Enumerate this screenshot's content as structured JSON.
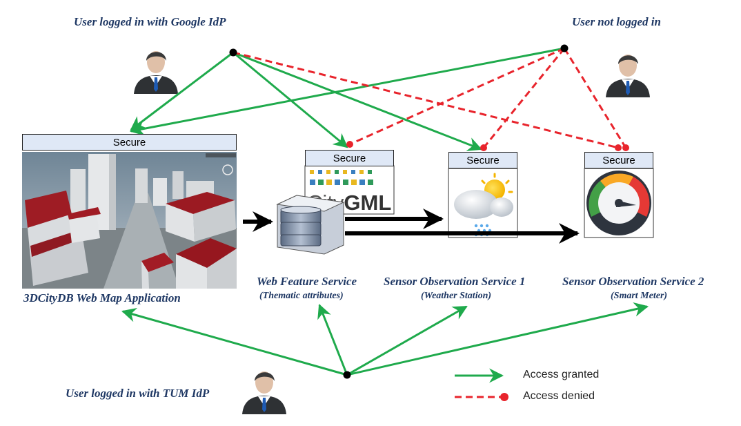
{
  "users": {
    "google": "User logged in with Google IdP",
    "anonymous": "User not logged in",
    "tum": "User logged in with TUM IdP"
  },
  "services": {
    "webmap": {
      "badge": "Secure",
      "title": "3DCityDB Web Map Application"
    },
    "wfs": {
      "badge": "Secure",
      "title": "Web Feature Service",
      "subtitle": "(Thematic attributes)",
      "logo_prefix": "City",
      "logo_suffix": "GML"
    },
    "sos1": {
      "badge": "Secure",
      "title": "Sensor Observation Service 1",
      "subtitle": "(Weather Station)"
    },
    "sos2": {
      "badge": "Secure",
      "title": "Sensor Observation Service 2",
      "subtitle": "(Smart Meter)"
    }
  },
  "legend": {
    "granted": "Access granted",
    "denied": "Access denied"
  },
  "colors": {
    "granted": "#1faa4c",
    "denied": "#e8242c",
    "label_text": "#1f3864",
    "badge_fill": "#dfe8f6"
  },
  "icons": [
    "user-avatar-icon",
    "server-icon",
    "weather-icon",
    "gauge-icon",
    "map-3d-scene"
  ]
}
